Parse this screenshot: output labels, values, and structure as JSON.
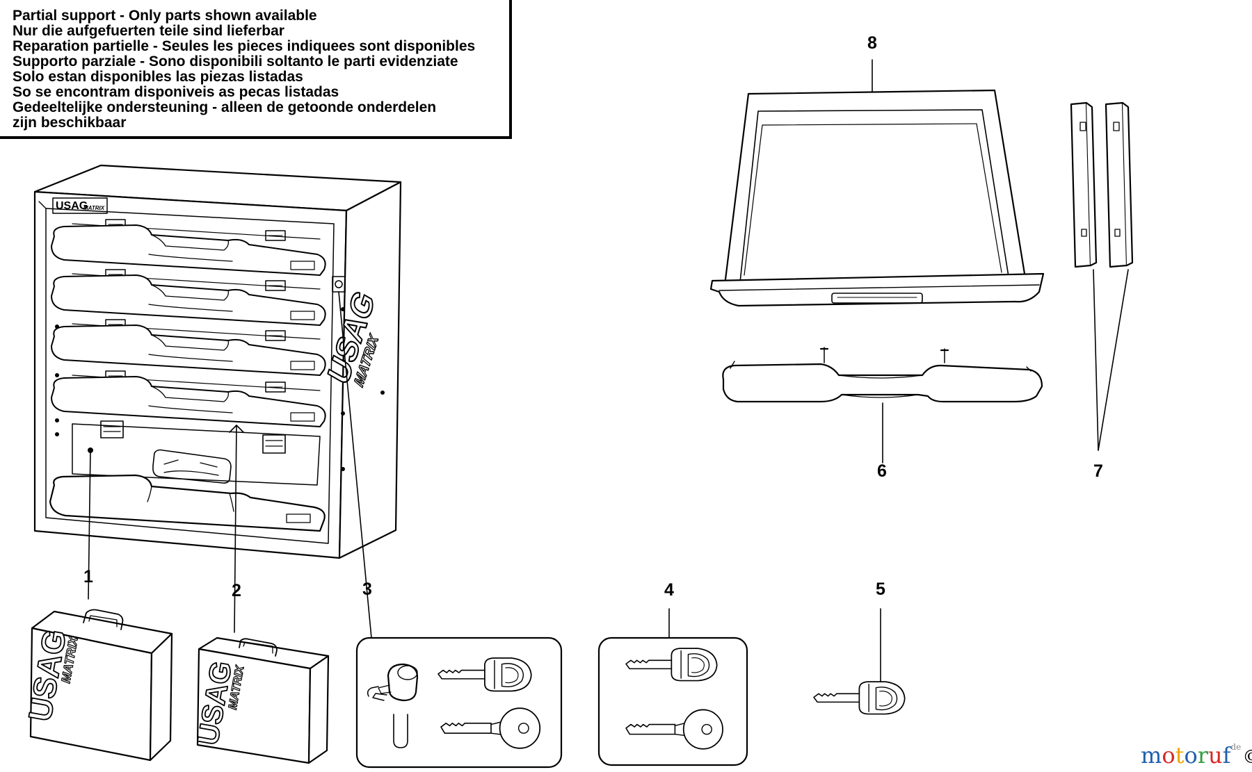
{
  "notice": {
    "lines": [
      "Partial support - Only parts shown available",
      "Nur die aufgefuerten teile sind lieferbar",
      "Reparation partielle - Seules les pieces indiquees sont disponibles",
      "Supporto parziale - Sono disponibili soltanto le parti evidenziate",
      "Solo estan disponibles las piezas listadas",
      "So se encontram disponiveis as pecas listadas",
      "Gedeeltelijke ondersteuning - alleen de getoonde onderdelen",
      "zijn beschikbaar"
    ]
  },
  "callouts": {
    "c1": "1",
    "c2": "2",
    "c3": "3",
    "c4": "4",
    "c5": "5",
    "c6": "6",
    "c7": "7",
    "c8": "8"
  },
  "brand": {
    "logo_text": "USAG",
    "logo_subtext": "MATRIX",
    "logo_small_text": "USAG"
  },
  "watermark": {
    "letters": [
      "m",
      "o",
      "t",
      "o",
      "r",
      "u",
      "f"
    ],
    "colors": [
      "#1f5fae",
      "#d62828",
      "#f0a500",
      "#1f5fae",
      "#2e9e3e",
      "#d62828",
      "#1f5fae"
    ],
    "suffix": "de",
    "copyright": "©"
  }
}
